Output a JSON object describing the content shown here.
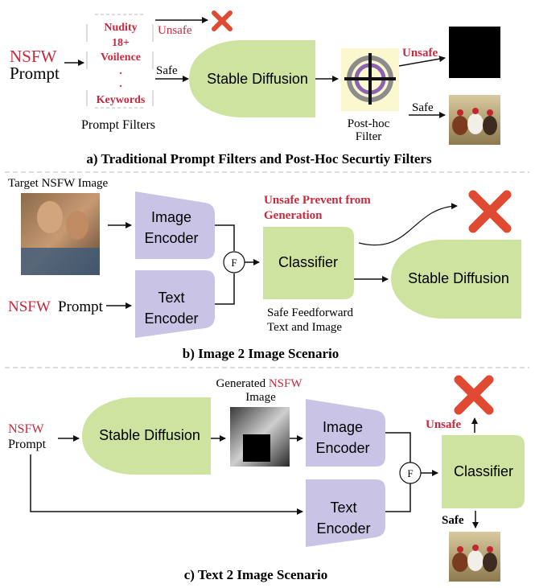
{
  "colors": {
    "red": "#c8283c",
    "green": "#cfe3a1",
    "purple": "#c9c3e6",
    "cream": "#fbf7cf",
    "arrow": "#111111",
    "dashed": "#bbbbbb"
  },
  "panel_a": {
    "input_red": "NSFW",
    "input_black": "Prompt",
    "filter_words": [
      "Nudity",
      "18+",
      "Voilence",
      ".",
      ".",
      "Keywords"
    ],
    "filters_caption": "Prompt Filters",
    "unsafe_label": "Unsafe",
    "safe_label": "Safe",
    "model": "Stable Diffusion",
    "posthoc_line1": "Post-hoc",
    "posthoc_line2": "Filter",
    "out_unsafe": "Unsafe",
    "out_safe": "Safe",
    "caption": "a) Traditional Prompt Filters and Post-Hoc Securtiy Filters",
    "icons": [
      "red-cross-icon",
      "crosshair-icon",
      "black-image",
      "chickens-image"
    ]
  },
  "panel_b": {
    "target_label": "Target NSFW Image",
    "image_encoder_1": "Image",
    "image_encoder_2": "Encoder",
    "text_encoder_1": "Text",
    "text_encoder_2": "Encoder",
    "fusion": "F",
    "classifier": "Classifier",
    "unsafe_line1": "Unsafe Prevent from",
    "unsafe_line2": "Generation",
    "model": "Stable Diffusion",
    "safe_line1": "Safe Feedforward",
    "safe_line2": "Text and Image",
    "input_red": "NSFW",
    "input_black": "Prompt",
    "caption": "b) Image 2 Image Scenario"
  },
  "panel_c": {
    "input_red": "NSFW",
    "input_black": "Prompt",
    "model": "Stable Diffusion",
    "generated_line1_black": "Generated ",
    "generated_line1_red": "NSFW",
    "generated_line2": "Image",
    "image_encoder_1": "Image",
    "image_encoder_2": "Encoder",
    "text_encoder_1": "Text",
    "text_encoder_2": "Encoder",
    "fusion": "F",
    "classifier": "Classifier",
    "unsafe_label": "Unsafe",
    "safe_label": "Safe",
    "caption": "c) Text 2 Image Scenario"
  }
}
